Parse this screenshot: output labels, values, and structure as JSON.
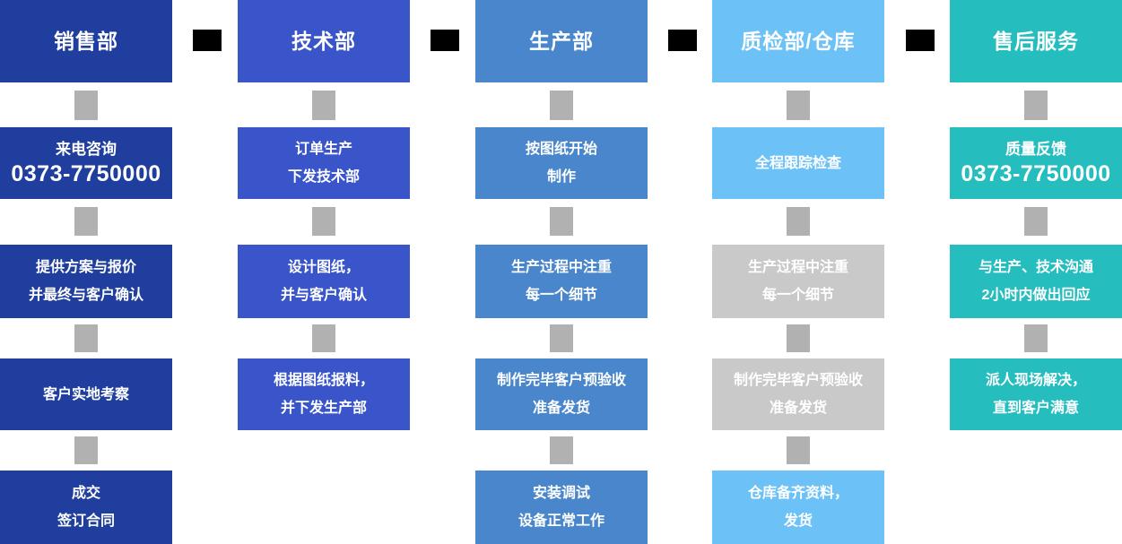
{
  "title": "service-process-flowchart",
  "colors": {
    "dept_sales": "#1f3e9e",
    "dept_tech": "#3a55ca",
    "dept_production": "#4a86cb",
    "dept_qc_warehouse": "#6cc2f6",
    "dept_after_sales": "#26bdbe",
    "connector_gray": "#b1b1b1",
    "inactive_box_gray": "#c9c9c9",
    "divider_black": "#000000",
    "text": "#ffffff"
  },
  "columns": [
    {
      "id": "sales",
      "header": "销售部",
      "boxes": [
        {
          "lines": [
            "来电咨询",
            "0373-7750000"
          ]
        },
        {
          "lines": [
            "提供方案与报价",
            "并最终与客户确认"
          ]
        },
        {
          "lines": [
            "客户实地考察"
          ]
        },
        {
          "lines": [
            "成交",
            "签订合同"
          ]
        }
      ]
    },
    {
      "id": "tech",
      "header": "技术部",
      "boxes": [
        {
          "lines": [
            "订单生产",
            "下发技术部"
          ]
        },
        {
          "lines": [
            "设计图纸，",
            "并与客户确认"
          ]
        },
        {
          "lines": [
            "根据图纸报料，",
            "并下发生产部"
          ]
        }
      ]
    },
    {
      "id": "production",
      "header": "生产部",
      "boxes": [
        {
          "lines": [
            "按图纸开始",
            "制作"
          ]
        },
        {
          "lines": [
            "生产过程中注重",
            "每一个细节"
          ]
        },
        {
          "lines": [
            "制作完毕客户预验收",
            "准备发货"
          ]
        },
        {
          "lines": [
            "安装调试",
            "设备正常工作"
          ]
        }
      ]
    },
    {
      "id": "qc-warehouse",
      "header": "质检部/仓库",
      "boxes": [
        {
          "lines": [
            "全程跟踪检查"
          ]
        },
        {
          "lines": [
            "生产过程中注重",
            "每一个细节"
          ],
          "variant": "gray"
        },
        {
          "lines": [
            "制作完毕客户预验收",
            "准备发货"
          ],
          "variant": "gray"
        },
        {
          "lines": [
            "仓库备齐资料，",
            "发货"
          ]
        }
      ]
    },
    {
      "id": "after-sales",
      "header": "售后服务",
      "boxes": [
        {
          "lines": [
            "质量反馈",
            "0373-7750000"
          ]
        },
        {
          "lines": [
            "与生产、技术沟通",
            "2小时内做出回应"
          ]
        },
        {
          "lines": [
            "派人现场解决，",
            "直到客户满意"
          ]
        }
      ]
    }
  ]
}
